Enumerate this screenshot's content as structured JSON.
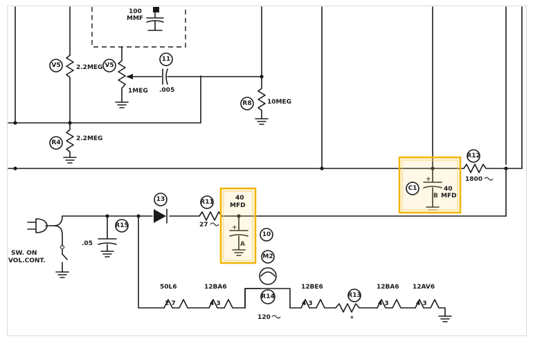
{
  "labels": {
    "cap_100": "100",
    "cap_100_unit": "MMF",
    "v5_left_value": "2.2MEG",
    "v5_pot_value": "1MEG",
    "cap_005": ".005",
    "r_10meg": "10MEG",
    "r4_value": "2.2MEG",
    "r12_value": "1800",
    "c1_b_value": "40",
    "c1_b_unit": "MFD",
    "c1_a_value": "40",
    "c1_a_unit": "MFD",
    "r11_value": "27",
    "cap_05": ".05",
    "switch_line1": "SW. ON",
    "switch_line2": "VOL.CONT.",
    "tube1": "50L6",
    "tube2": "12BA6",
    "tube3": "12BE6",
    "tube4": "12BA6",
    "tube5": "12AV6",
    "pins_50l6": "2 7",
    "pins_12ba6a": "4 3",
    "pins_pl": "4 3",
    "pins_12ba6b": "4 3",
    "pins_12av6": "4 3",
    "r14_value": "120",
    "r15_value": "*"
  },
  "badges": {
    "v5_left": "V5",
    "v5_pot": "V5",
    "c_005": "11",
    "r_10meg": "R8",
    "r4": "R4",
    "r12": "R12",
    "c1": "C1",
    "r11": "R11",
    "c1a": "10",
    "r15": "R15",
    "diode": "13",
    "lamp": "M2",
    "r14": "R14",
    "r13": "R13"
  },
  "colors": {
    "ink": "#1a1a1a",
    "highlight": "#f2b400"
  }
}
